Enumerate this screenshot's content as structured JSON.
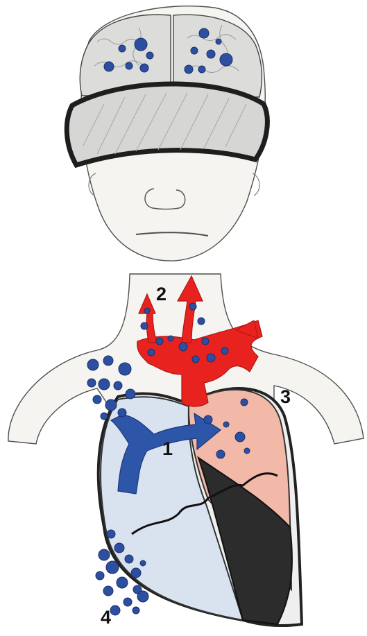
{
  "labels": {
    "one": "1",
    "two": "2",
    "three": "3",
    "four": "4"
  },
  "colors": {
    "paper": "#f7f6f3",
    "pencil": "#555555",
    "mask": "#d8d8d6",
    "mask_outline": "#1e1e1e",
    "deoxygenated_chamber": "#d9e3ef",
    "oxygenated_chamber": "#f2b8a8",
    "muscle_dark": "#2c2c2c",
    "venous_arrow": "#2e56a8",
    "arterial_vessels": "#e8231f",
    "bubble_fill": "#2d4fa0",
    "bubble_edge": "#1a2f6e"
  },
  "icons": {
    "brain": "brain-icon",
    "sleep_mask": "sleep-mask-icon",
    "heart": "heart-icon",
    "vein_arrow": "venous-flow-arrow-icon",
    "aorta": "aortic-arch-icon"
  }
}
